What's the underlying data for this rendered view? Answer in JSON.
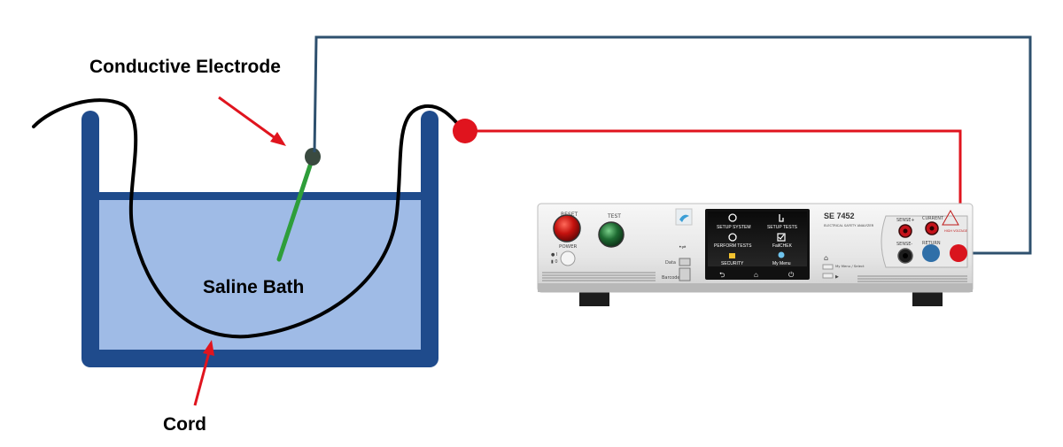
{
  "labels": {
    "conductive_electrode": "Conductive Electrode",
    "saline_bath": "Saline Bath",
    "cord": "Cord"
  },
  "device": {
    "model": "SE 7452",
    "subtitle": "ELECTRICAL SAFETY ANALYZER",
    "reset_label": "RESET",
    "test_label": "TEST",
    "power_label": "POWER",
    "power_on": "● I",
    "power_off": "▮ 0",
    "data_label": "Data",
    "barcode_label": "Barcode",
    "usb_label": "•⇌",
    "sense_plus": "SENSE+",
    "sense_minus": "SENSE-",
    "current": "CURRENT",
    "return": "RETURN",
    "warning_text": "HIGH VOLTAGE",
    "my_menu_select": "My Menu / Select",
    "play": "▶",
    "screen": {
      "items": [
        {
          "label": "SETUP SYSTEM",
          "icon": "gears-icon"
        },
        {
          "label": "SETUP TESTS",
          "icon": "hand-pointer-icon"
        },
        {
          "label": "PERFORM TESTS",
          "icon": "power-cycle-icon"
        },
        {
          "label": "FailCHEK",
          "icon": "checkbox-icon"
        },
        {
          "label": "SECURITY",
          "icon": "padlock-icon"
        },
        {
          "label": "My Menu",
          "icon": "person-icon"
        }
      ],
      "nav": [
        "⮌",
        "⌂",
        "⏻"
      ]
    }
  },
  "colors": {
    "bath_frame": "#1f4b8c",
    "bath_fluid": "#9fbbe6",
    "cord": "#000000",
    "electrode": "#2e9e3a",
    "electrode_tip": "#3a4a40",
    "red_wire": "#e0141e",
    "blue_wire": "#2e506e",
    "arrow": "#e0141e",
    "return_jack": "#2f6fa8",
    "current_jack": "#d9141e"
  }
}
